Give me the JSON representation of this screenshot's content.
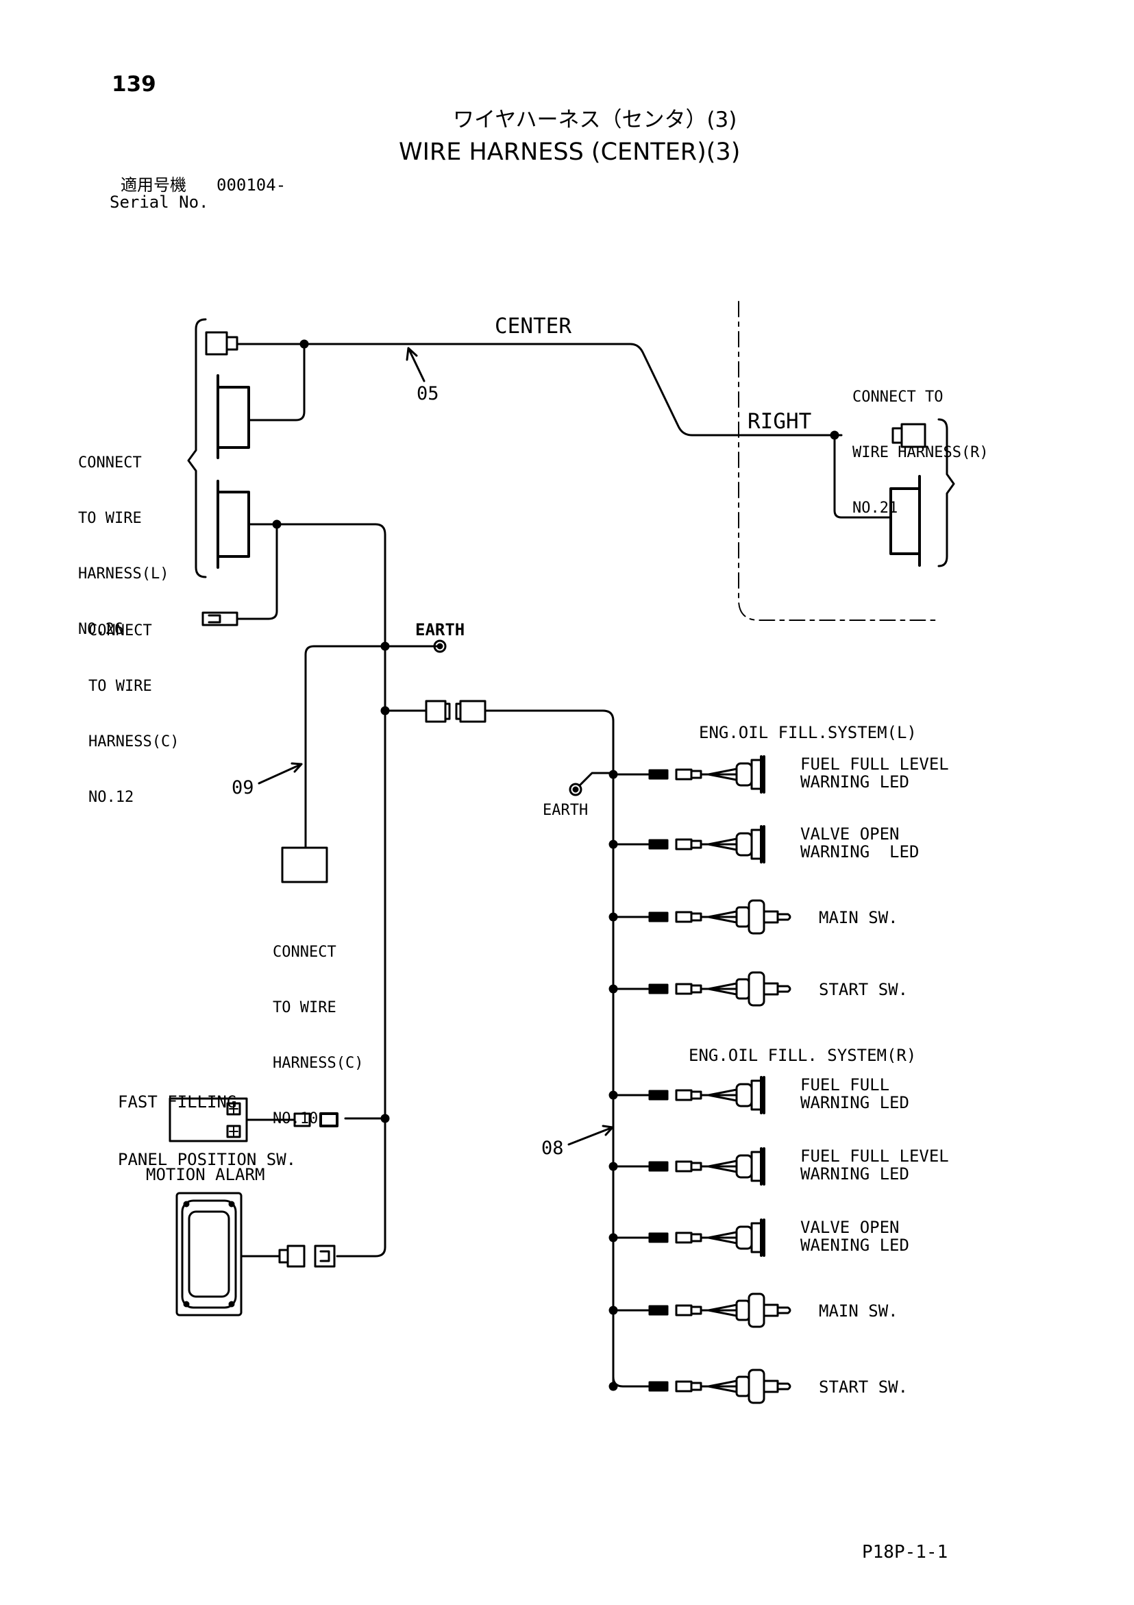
{
  "page_number": "139",
  "title_jp": "ワイヤハーネス（センタ）(3)",
  "title_en": "WIRE HARNESS (CENTER)(3)",
  "serial_label_jp": "適用号機",
  "serial_value": "000104-",
  "serial_label_en": "Serial No.",
  "labels": {
    "center": "CENTER",
    "right": "RIGHT",
    "part_05": "05",
    "part_09": "09",
    "part_08": "08",
    "earth_top": "EARTH",
    "earth_mid": "EARTH",
    "connect_L": [
      "CONNECT",
      "TO WIRE",
      "HARNESS(L)",
      "NO.26"
    ],
    "connect_C12": [
      "CONNECT",
      "TO WIRE",
      "HARNESS(C)",
      "NO.12"
    ],
    "connect_C10": [
      "CONNECT",
      "TO WIRE",
      "HARNESS(C)",
      "NO.10"
    ],
    "connect_R": [
      "CONNECT TO",
      "WIRE HARNESS(R)",
      "NO.21"
    ],
    "fast_filling": [
      "FAST FILLING",
      "PANEL POSITION SW."
    ],
    "motion_alarm": "MOTION ALARM",
    "system_L": "ENG.OIL FILL.SYSTEM(L)",
    "system_R": "ENG.OIL FILL. SYSTEM(R)"
  },
  "components_L": [
    {
      "line1": "FUEL FULL LEVEL",
      "line2": "WARNING LED",
      "kind": "led"
    },
    {
      "line1": "VALVE OPEN",
      "line2": "WARNING  LED",
      "kind": "led"
    },
    {
      "line1": "MAIN SW.",
      "line2": "",
      "kind": "switch"
    },
    {
      "line1": "START SW.",
      "line2": "",
      "kind": "switch"
    }
  ],
  "components_R": [
    {
      "line1": "FUEL FULL",
      "line2": "WARNING LED",
      "kind": "led"
    },
    {
      "line1": "FUEL FULL LEVEL",
      "line2": "WARNING LED",
      "kind": "led"
    },
    {
      "line1": "VALVE OPEN",
      "line2": "WAENING LED",
      "kind": "led"
    },
    {
      "line1": "MAIN SW.",
      "line2": "",
      "kind": "switch"
    },
    {
      "line1": "START SW.",
      "line2": "",
      "kind": "switch"
    }
  ],
  "footer_ref": "P18P-1-1"
}
